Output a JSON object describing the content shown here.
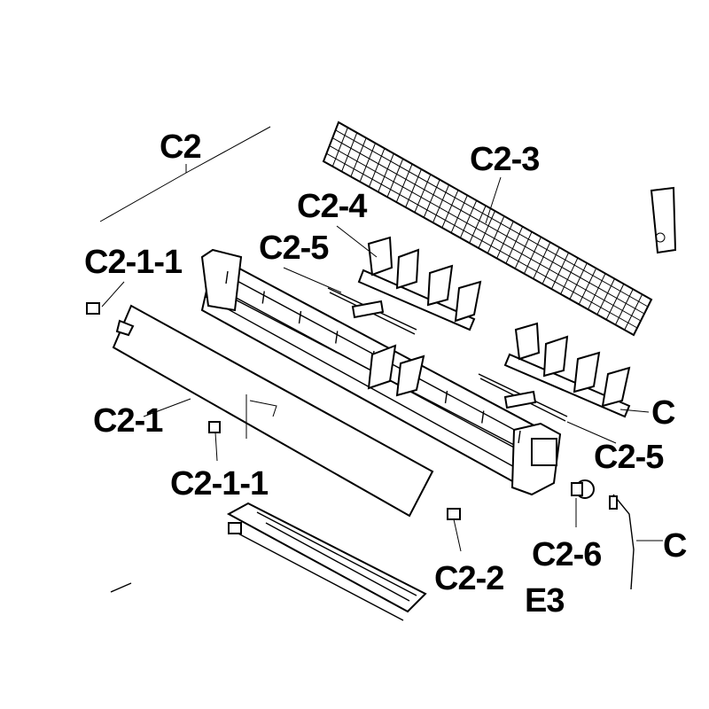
{
  "labels": {
    "c2": "C2",
    "c2_3": "C2-3",
    "c2_4": "C2-4",
    "c2_5_top": "C2-5",
    "c2_1_1_top": "C2-1-1",
    "c2_1": "C2-1",
    "c2_1_1_bottom": "C2-1-1",
    "c2_5_right": "C2-5",
    "c2_6": "C2-6",
    "c2_2": "C2-2",
    "c_partial_right": "C",
    "c_partial_bottom_right": "C",
    "e_partial_bottom": "E3"
  }
}
